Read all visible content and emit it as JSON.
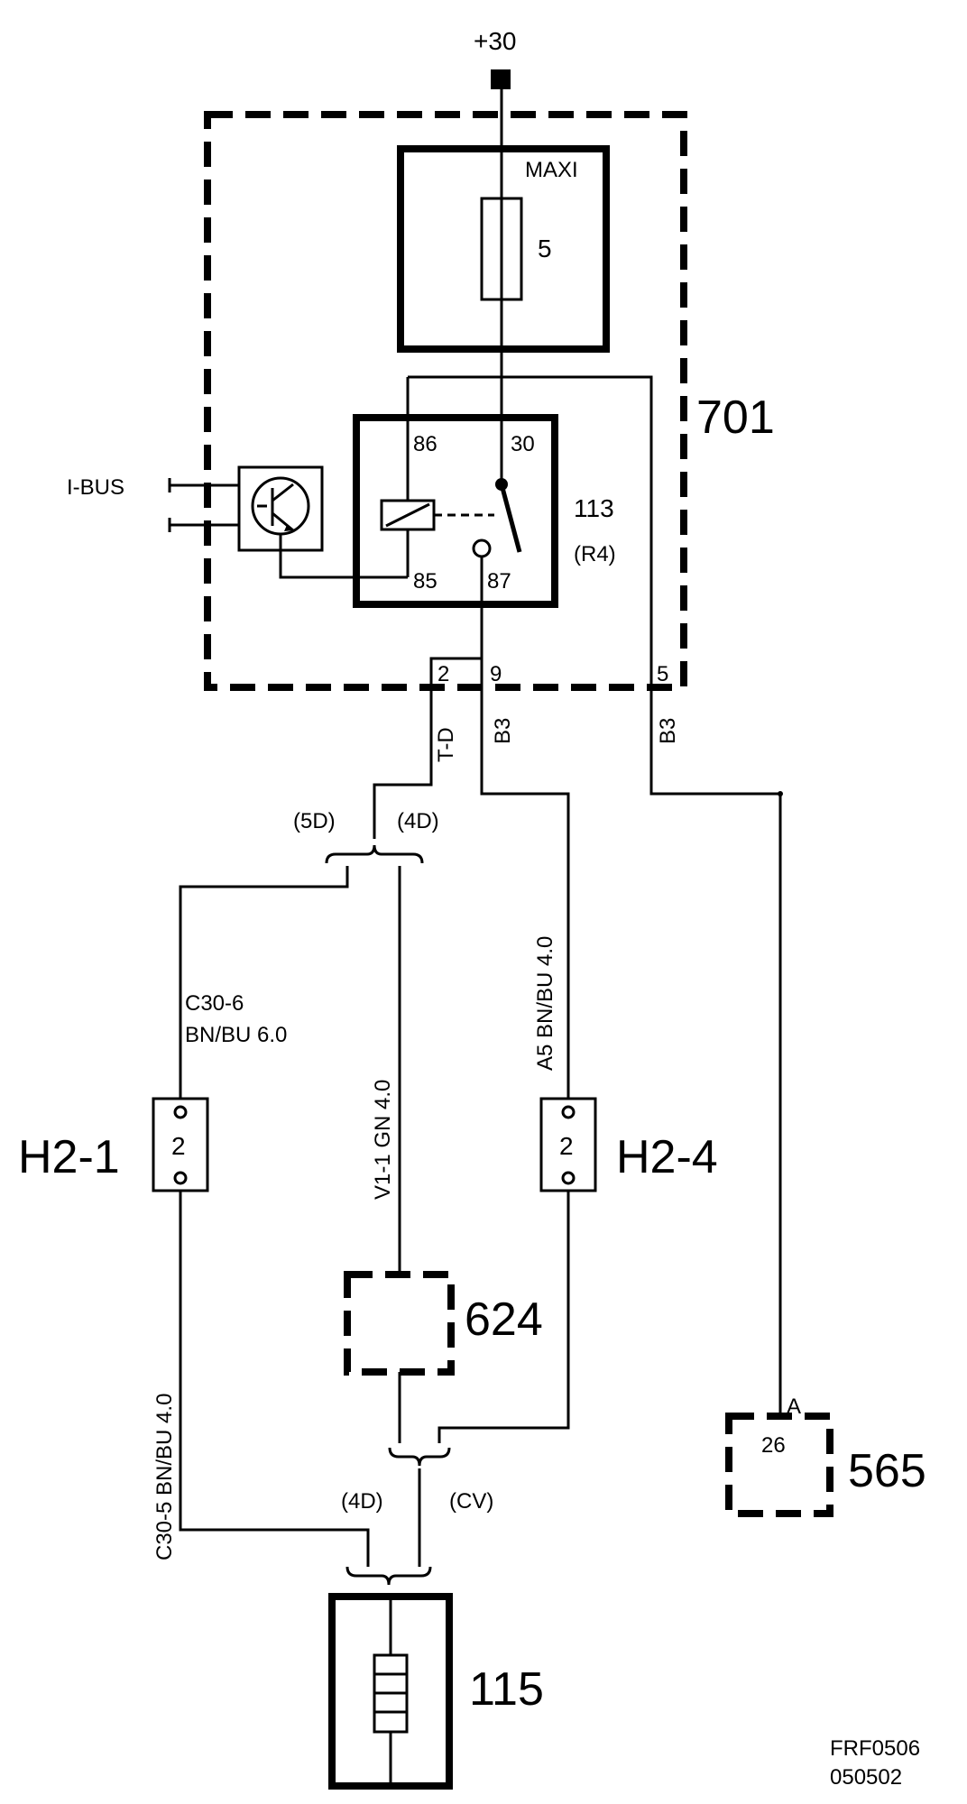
{
  "supply": "+30",
  "fuse_box": {
    "id": "701",
    "fuse_type": "MAXI",
    "fuse_number": "5"
  },
  "relay": {
    "id": "113",
    "position": "(R4)",
    "pins": {
      "p86": "86",
      "p30": "30",
      "p85": "85",
      "p87": "87"
    }
  },
  "ibus_label": "I-BUS",
  "connector_pins": {
    "pin2": "2",
    "pin9": "9",
    "pin5": "5"
  },
  "wires": {
    "t_d": "T-D",
    "b3_left": "B3",
    "b3_right": "B3",
    "a5": "A5  BN/BU  4.0",
    "v1_1": "V1-1  GN  4.0",
    "c30_6_line1": "C30-6",
    "c30_6_line2": "BN/BU  6.0",
    "c30_5": "C30-5  BN/BU  4.0"
  },
  "splice_labels": {
    "top_5d": "(5D)",
    "top_4d": "(4D)",
    "bot_4d": "(4D)",
    "bot_cv": "(CV)"
  },
  "fuses_h2": {
    "h2_1": "H2-1",
    "h2_1_num": "2",
    "h2_4": "H2-4",
    "h2_4_num": "2"
  },
  "components": {
    "c624": "624",
    "c565": "565",
    "c565_pin_a": "A",
    "c565_pin": "26",
    "c115": "115"
  },
  "footer": {
    "code": "FRF0506",
    "date": "050502"
  }
}
